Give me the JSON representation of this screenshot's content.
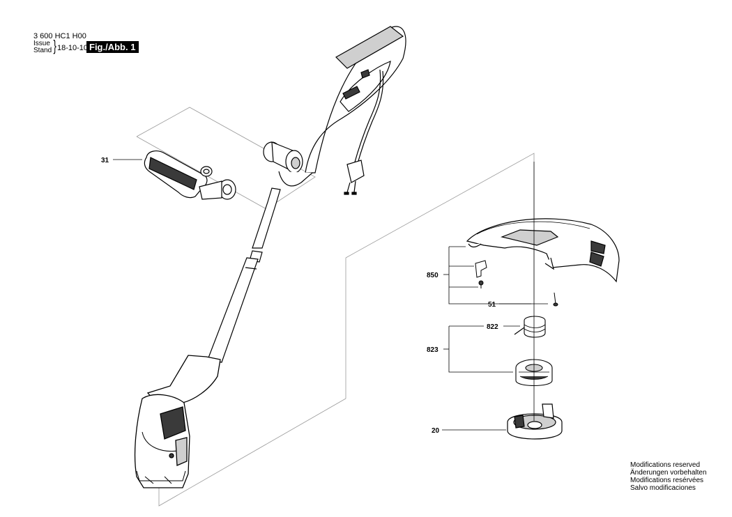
{
  "header": {
    "doc_number": "3 600 HC1 H00",
    "issue_label": "Issue",
    "stand_label": "Stand",
    "date": "18-10-10",
    "figure_label": "Fig./Abb. 1"
  },
  "parts": [
    {
      "id": "31"
    },
    {
      "id": "850"
    },
    {
      "id": "51"
    },
    {
      "id": "822"
    },
    {
      "id": "823"
    },
    {
      "id": "20"
    }
  ],
  "notes": [
    "Modifications reserved",
    "Änderungen vorbehalten",
    "Modifications resérvées",
    "Salvo modificaciones"
  ],
  "colors": {
    "line": "#000000",
    "fill": "#ffffff",
    "shade": "#d9d9d9",
    "dark": "#3a3a3a",
    "frame": "#999999"
  }
}
